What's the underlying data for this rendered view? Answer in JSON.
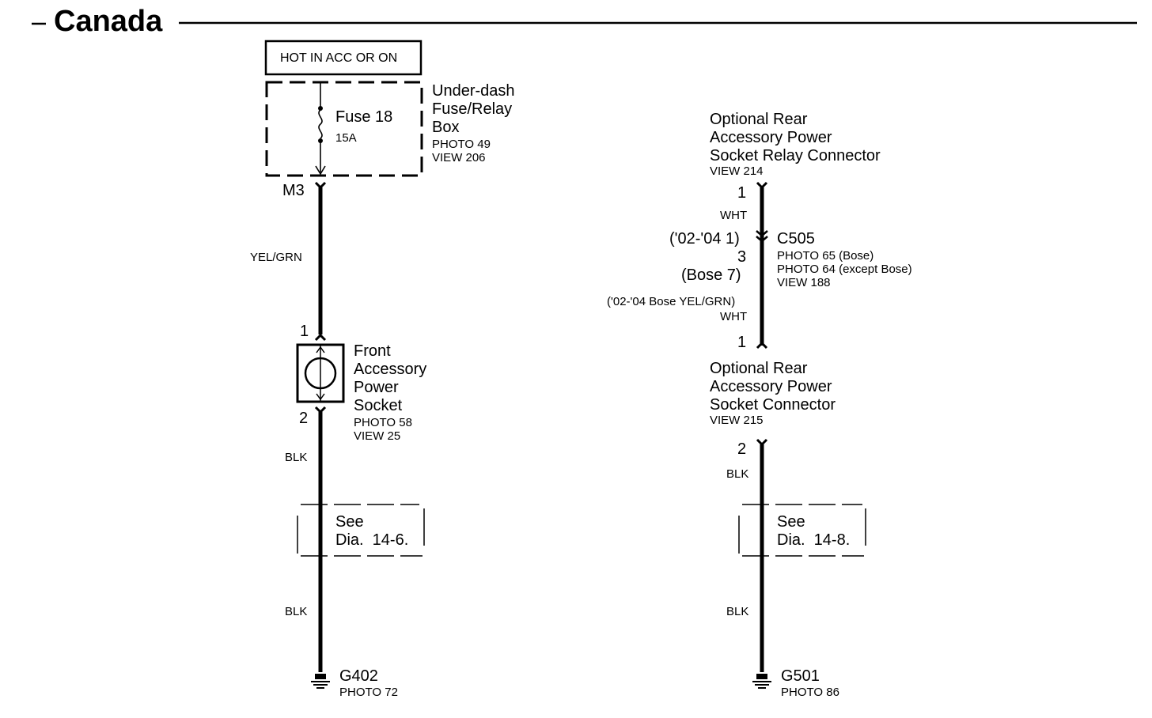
{
  "title": "Canada",
  "left": {
    "power_label": "HOT IN ACC OR ON",
    "fuse_box": {
      "name": "Under-dash\nFuse/Relay\nBox",
      "refs": "PHOTO 49\nVIEW 206"
    },
    "fuse": {
      "name": "Fuse 18",
      "rating": "15A"
    },
    "terminal_m3": "M3",
    "wire_top": "YEL/GRN",
    "pin_1": "1",
    "pin_2": "2",
    "socket": {
      "name": "Front\nAccessory\nPower\nSocket",
      "refs": "PHOTO 58\nVIEW 25"
    },
    "wire_mid": "BLK",
    "see_ref": "See\nDia.  14-6.",
    "wire_bottom": "BLK",
    "ground": {
      "name": "G402",
      "photo": "PHOTO 72"
    }
  },
  "right": {
    "relay_connector": {
      "name": "Optional Rear\nAccessory Power\nSocket Relay Connector",
      "view": "VIEW 214"
    },
    "pin_top_1": "1",
    "wire_wht_1": "WHT",
    "c505_pin_a": "('02-'04 1)",
    "c505_pin_b": "3",
    "c505_pin_c": "(Bose 7)",
    "c505": {
      "name": "C505",
      "refs": "PHOTO 65 (Bose)\nPHOTO 64 (except Bose)\nVIEW 188"
    },
    "wire_alt": "('02-'04 Bose YEL/GRN)",
    "wire_wht_2": "WHT",
    "pin_bottom_1": "1",
    "socket_connector": {
      "name": "Optional Rear\nAccessory Power\nSocket Connector",
      "view": "VIEW 215"
    },
    "pin_2": "2",
    "wire_mid": "BLK",
    "see_ref": "See\nDia.  14-8.",
    "wire_bottom": "BLK",
    "ground": {
      "name": "G501",
      "photo": "PHOTO 86"
    }
  }
}
